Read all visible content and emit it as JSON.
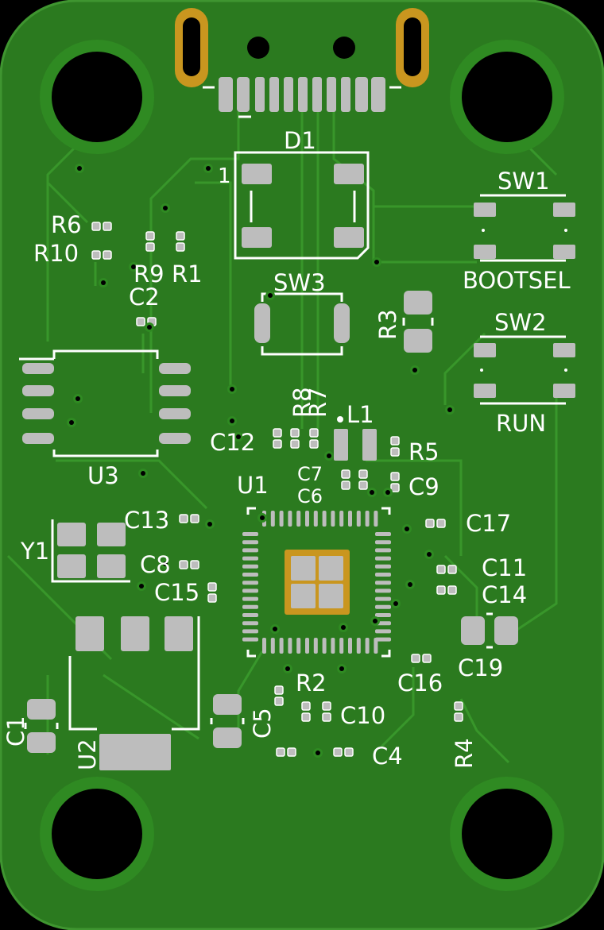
{
  "colors": {
    "background": "#000000",
    "board": "#2b7a1f",
    "board_edge": "#3f9530",
    "trace": "#3a9a2c",
    "pad": "#bdbdbd",
    "gold": "#c9961f",
    "hole": "#000000",
    "silkscreen": "#ffffff"
  },
  "labels": {
    "d1": "D1",
    "d1_pin1": "1",
    "sw1": "SW1",
    "bootsel": "BOOTSEL",
    "sw2": "SW2",
    "run": "RUN",
    "sw3": "SW3",
    "r6": "R6",
    "r10": "R10",
    "r9": "R9",
    "r1": "R1",
    "c2": "C2",
    "r3": "R3",
    "r8": "R8",
    "r7": "R7",
    "l1": "L1",
    "r5": "R5",
    "c12": "C12",
    "u1": "U1",
    "c7": "C7",
    "c6": "C6",
    "c9": "C9",
    "u3": "U3",
    "c13": "C13",
    "c17": "C17",
    "y1": "Y1",
    "c8": "C8",
    "c11": "C11",
    "c15": "C15",
    "c14": "C14",
    "c19": "C19",
    "c16": "C16",
    "r2": "R2",
    "c5": "C5",
    "c10": "C10",
    "c1": "C1",
    "u2": "U2",
    "c4": "C4",
    "r4": "R4"
  }
}
